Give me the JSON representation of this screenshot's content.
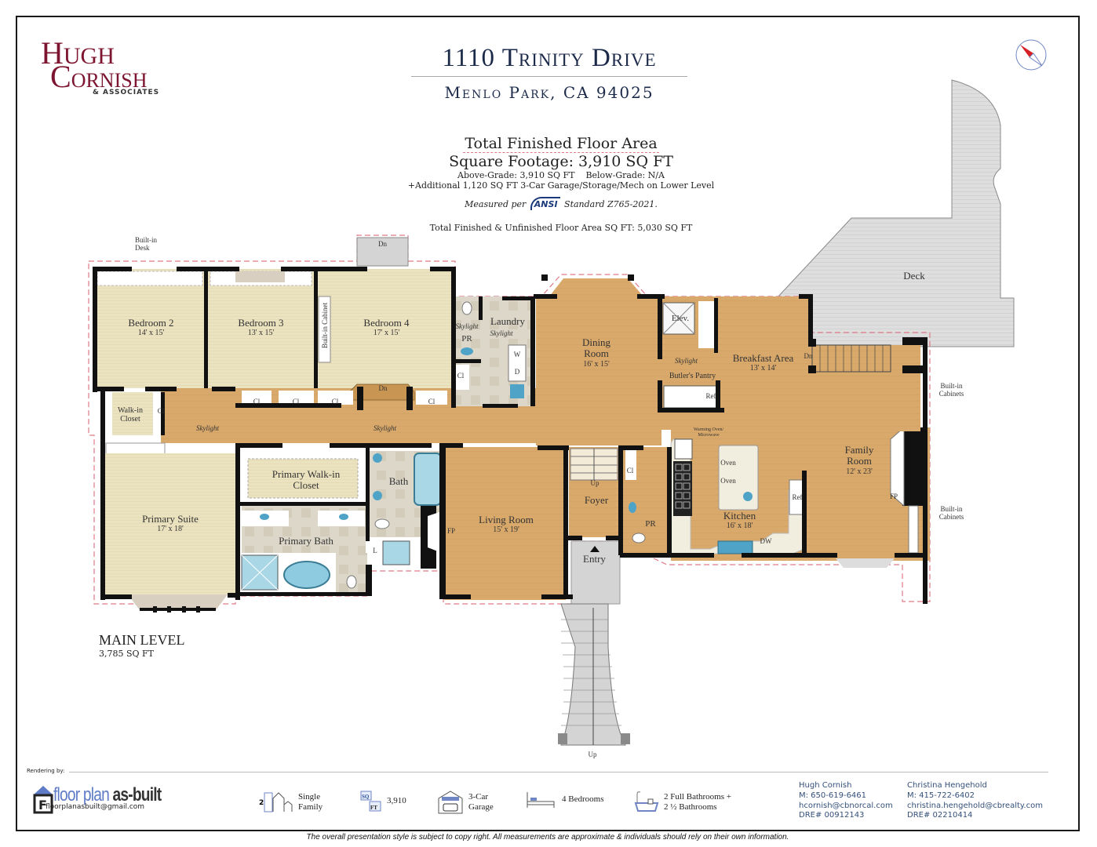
{
  "branding": {
    "logo_line1_cap": "H",
    "logo_line1_rest": "UGH",
    "logo_line2_cap": "C",
    "logo_line2_rest": "ORNISH",
    "logo_line3": "& ASSOCIATES"
  },
  "header": {
    "address": "1110 Trinity Drive",
    "city": "Menlo Park, CA 94025",
    "compass_icon": "compass-north-arrow"
  },
  "area_summary": {
    "heading": "Total Finished Floor Area",
    "square_footage": "Square Footage: 3,910 SQ FT",
    "grade_line": "Above-Grade: 3,910 SQ FT    Below-Grade: N/A",
    "additional": "+Additional 1,120 SQ FT 3-Car Garage/Storage/Mech on Lower Level",
    "measured_prefix": "Measured per",
    "ansi_label": "ANSI",
    "measured_suffix": "Standard Z765-2021.",
    "total_all": "Total Finished & Unfinished Floor Area SQ FT: 5,030 SQ FT"
  },
  "floor_plan": {
    "level_name": "MAIN LEVEL",
    "level_sqft": "3,785 SQ FT",
    "rooms": [
      {
        "name": "Bedroom 2",
        "dims": "14' x 15'"
      },
      {
        "name": "Bedroom 3",
        "dims": "13' x 15'"
      },
      {
        "name": "Bedroom 4",
        "dims": "17' x 15'"
      },
      {
        "name": "Dining Room",
        "dims": "16' x 15'"
      },
      {
        "name": "Breakfast Area",
        "dims": "13' x 14'"
      },
      {
        "name": "Family Room",
        "dims": "12' x 23'"
      },
      {
        "name": "Kitchen",
        "dims": "16' x 18'"
      },
      {
        "name": "Living Room",
        "dims": "15' x 19'"
      },
      {
        "name": "Primary Suite",
        "dims": "17' x 18'"
      },
      {
        "name": "Primary Walk-in Closet",
        "dims": ""
      },
      {
        "name": "Primary Bath",
        "dims": ""
      },
      {
        "name": "Bath",
        "dims": ""
      },
      {
        "name": "Foyer",
        "dims": ""
      },
      {
        "name": "Entry",
        "dims": ""
      },
      {
        "name": "Laundry",
        "dims": ""
      },
      {
        "name": "Walk-in Closet",
        "dims": ""
      },
      {
        "name": "Deck",
        "dims": ""
      },
      {
        "name": "Butler's Pantry",
        "dims": ""
      }
    ],
    "labels": {
      "builtin_desk": "Built-in Desk",
      "builtin_cabinet": "Built-in Cabinet",
      "builtin_cabinets": "Built-in Cabinets",
      "closet": "Cl",
      "skylight": "Skylight",
      "dn": "Dn",
      "up": "Up",
      "pr": "PR",
      "elev": "Elev.",
      "ref": "Ref",
      "washer": "W",
      "dryer": "D",
      "fp": "FP",
      "oven": "Oven",
      "dw": "DW",
      "warming_oven": "Warming Oven/ Microwave",
      "linen": "L"
    }
  },
  "footer": {
    "rendering_by": "Rendering by:",
    "renderer_name_a": "floor plan",
    "renderer_name_b": "as-built",
    "renderer_email": "floorplanasbuilt@gmail.com",
    "features": [
      {
        "icon": "single-family-house-icon",
        "line1": "Single",
        "line2": "Family"
      },
      {
        "icon": "sqft-icon",
        "line1": "3,910",
        "line2": ""
      },
      {
        "icon": "garage-icon",
        "line1": "3-Car",
        "line2": "Garage"
      },
      {
        "icon": "bed-icon",
        "line1": "4 Bedrooms",
        "line2": ""
      },
      {
        "icon": "bathtub-icon",
        "line1": "2 Full Bathrooms +",
        "line2": "2 ½ Bathrooms"
      }
    ],
    "agents": [
      {
        "name": "Hugh Cornish",
        "mobile": "M: 650-619-6461",
        "email": "hcornish@cbnorcal.com",
        "dre": "DRE# 00912143"
      },
      {
        "name": "Christina Hengehold",
        "mobile": "M: 415-722-6402",
        "email": "christina.hengehold@cbrealty.com",
        "dre": "DRE# 02210414"
      }
    ],
    "disclaimer": "The overall presentation style is subject to copy right. All measurements are approximate & individuals should rely on their own information."
  },
  "colors": {
    "wood_floor": "#d9a96b",
    "bedroom_floor": "#e9dfb9",
    "tile_floor": "#dcd6c8",
    "deck": "#dcdcdc",
    "walls": "#111111",
    "boundary_dash": "#e07a88",
    "title_navy": "#1c2a4a",
    "logo_maroon": "#7d1530"
  }
}
